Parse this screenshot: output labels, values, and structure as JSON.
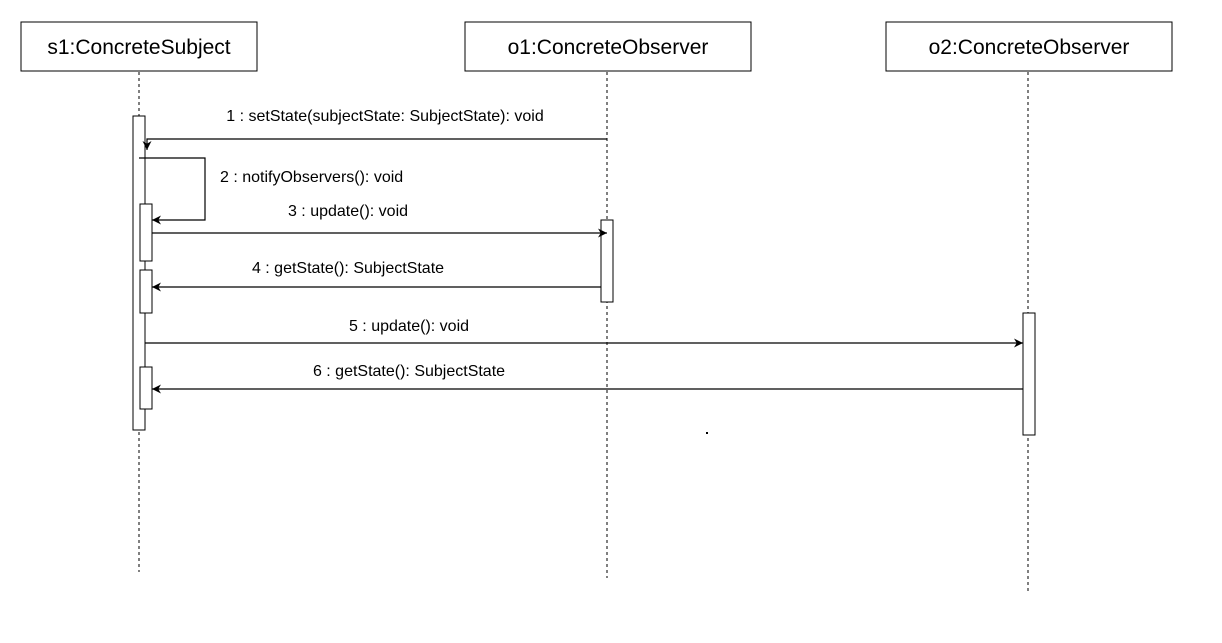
{
  "diagram": {
    "type": "sequence",
    "lifelines": [
      {
        "id": "s1",
        "label": "s1:ConcreteSubject"
      },
      {
        "id": "o1",
        "label": "o1:ConcreteObserver"
      },
      {
        "id": "o2",
        "label": "o2:ConcreteObserver"
      }
    ],
    "messages": [
      {
        "num": 1,
        "from": "o1",
        "to": "s1",
        "label": "1 : setState(subjectState: SubjectState): void"
      },
      {
        "num": 2,
        "from": "s1",
        "to": "s1",
        "label": "2 : notifyObservers(): void"
      },
      {
        "num": 3,
        "from": "s1",
        "to": "o1",
        "label": "3 : update(): void"
      },
      {
        "num": 4,
        "from": "o1",
        "to": "s1",
        "label": "4 : getState(): SubjectState"
      },
      {
        "num": 5,
        "from": "s1",
        "to": "o2",
        "label": "5 : update(): void"
      },
      {
        "num": 6,
        "from": "o2",
        "to": "s1",
        "label": "6 : getState(): SubjectState"
      }
    ]
  }
}
